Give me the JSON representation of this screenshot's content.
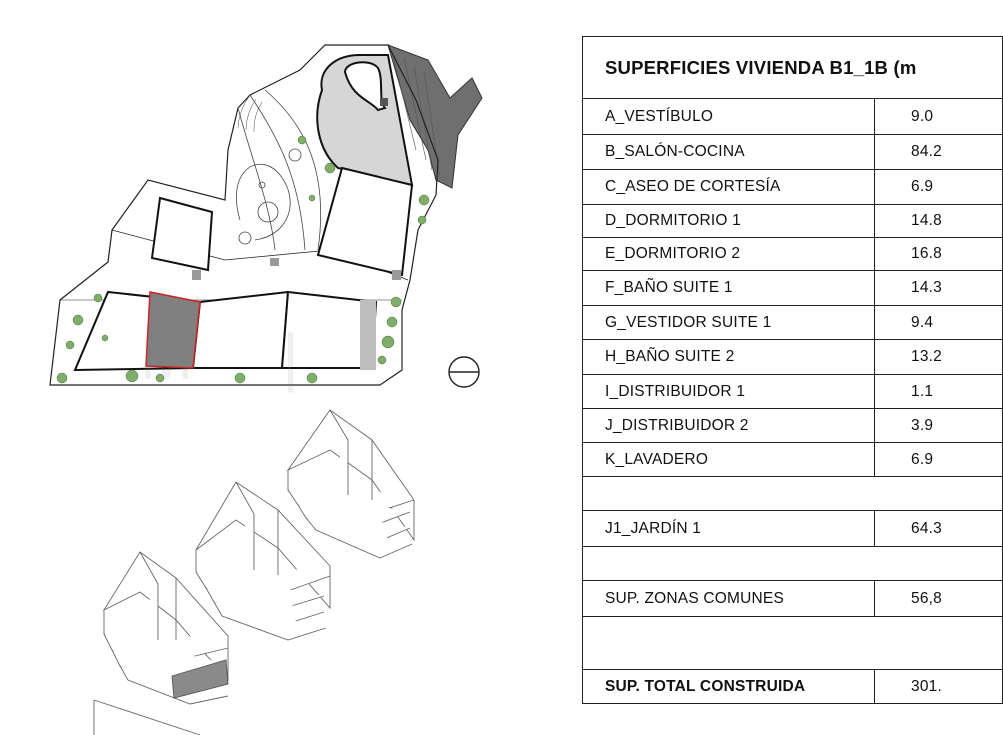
{
  "table": {
    "title": "SUPERFICIES VIVIENDA B1_1B (m",
    "rows": [
      {
        "label": "A_VESTÍBULO",
        "value": "9.0"
      },
      {
        "label": "B_SALÓN-COCINA",
        "value": "84.2"
      },
      {
        "label": "C_ASEO DE CORTESÍA",
        "value": "6.9"
      },
      {
        "label": "D_DORMITORIO 1",
        "value": "14.8"
      },
      {
        "label": "E_DORMITORIO 2",
        "value": "16.8"
      },
      {
        "label": "F_BAÑO SUITE 1",
        "value": "14.3"
      },
      {
        "label": "G_VESTIDOR SUITE 1",
        "value": "9.4"
      },
      {
        "label": "H_BAÑO SUITE 2",
        "value": "13.2"
      },
      {
        "label": "I_DISTRIBUIDOR 1",
        "value": "1.1"
      },
      {
        "label": "J_DISTRIBUIDOR 2",
        "value": "3.9"
      },
      {
        "label": "K_LAVADERO",
        "value": "6.9"
      }
    ],
    "garden": {
      "label": "J1_JARDÍN 1",
      "value": "64.3"
    },
    "common": {
      "label": "SUP. ZONAS COMUNES",
      "value": "56,8"
    },
    "total": {
      "label": "SUP. TOTAL CONSTRUIDA",
      "value": "301."
    }
  },
  "colors": {
    "highlight_unit": "#808080",
    "highlight_outline": "#cc2222",
    "pool_deck": "#d6d6d6",
    "vegetation": "#7fae6a",
    "line": "#1a1a1a"
  }
}
